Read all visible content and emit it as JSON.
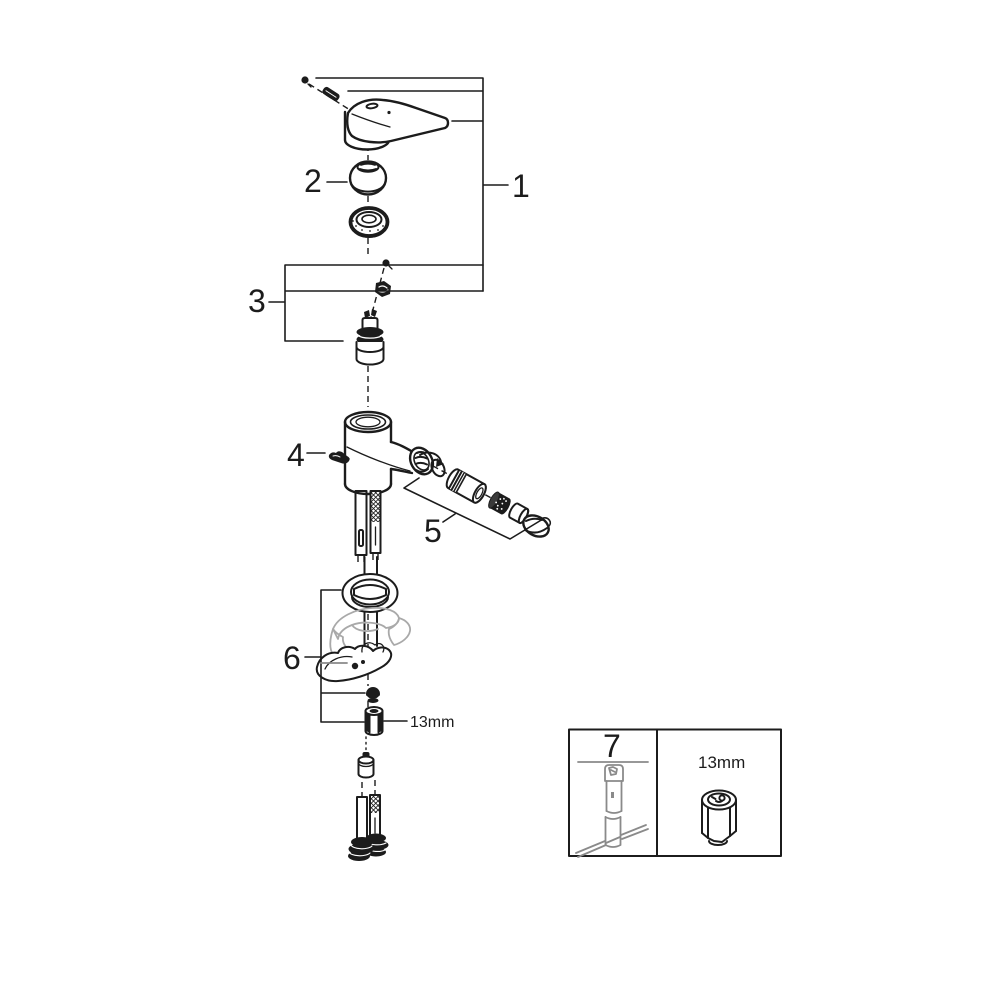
{
  "diagram": {
    "kind": "exploded-parts-diagram",
    "colors": {
      "background": "#ffffff",
      "ink": "#1c1c1c",
      "ghost_part": "#a9a9a9",
      "tool_gray": "#8a8a8a"
    },
    "callouts": {
      "part1": "1",
      "part2": "2",
      "part3": "3",
      "part4": "4",
      "part5": "5",
      "part6": "6",
      "part7": "7"
    },
    "annotations": {
      "nut_size": "13mm",
      "box_nut_size": "13mm"
    }
  }
}
